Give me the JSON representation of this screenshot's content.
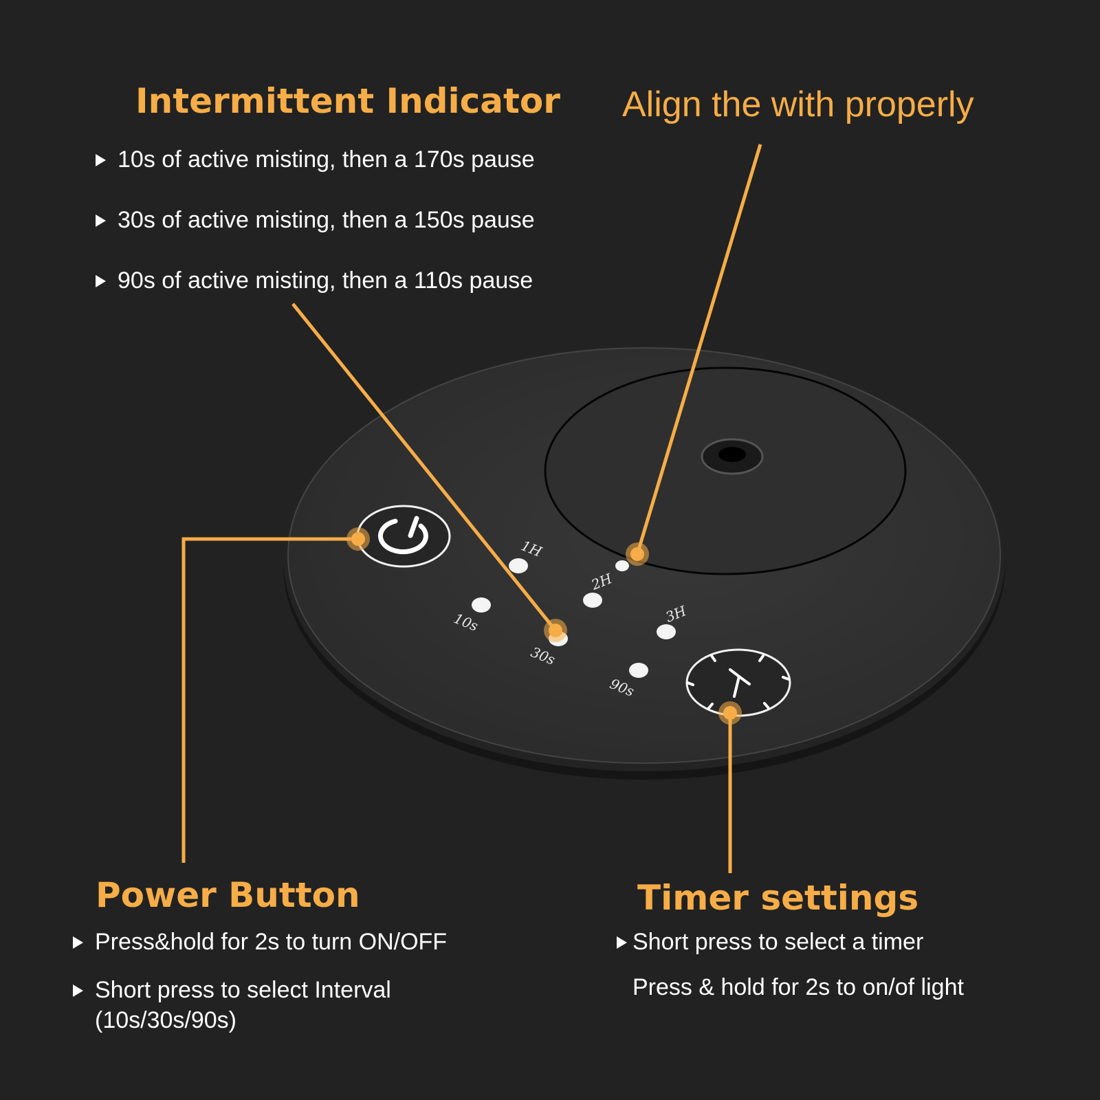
{
  "intermittent": {
    "title": "Intermittent Indicator",
    "items": [
      "10s of active misting, then a 170s pause",
      "30s of active misting, then a 150s pause",
      "90s of active misting, then a 110s pause"
    ]
  },
  "align": {
    "title": "Align the with properly"
  },
  "power": {
    "title": "Power Button",
    "items": [
      "Press&hold for 2s to turn ON/OFF",
      "Short press to select Interval"
    ],
    "items_cont": "(10s/30s/90s)"
  },
  "timer": {
    "title": "Timer settings",
    "items": [
      "Short press to select a timer",
      "Press & hold for 2s to on/of light"
    ]
  },
  "dial": {
    "labels": [
      "1H",
      "2H",
      "3H",
      "10s",
      "30s",
      "90s"
    ]
  },
  "colors": {
    "accent": "#f6ad47",
    "background": "#222222",
    "device": "#333333",
    "text": "#ffffff"
  },
  "icons": [
    "power-icon",
    "clock-icon",
    "triangle-bullet-icon"
  ]
}
